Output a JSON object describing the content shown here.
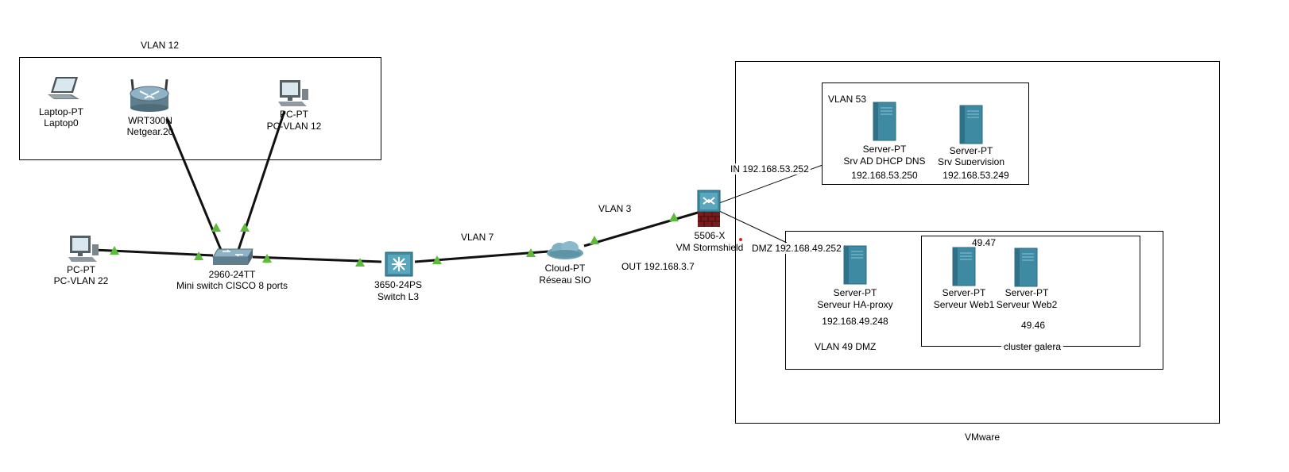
{
  "colors": {
    "link": "#111111",
    "port": "#5dbb3a",
    "device_teal": "#3e8aa3",
    "firewall_red": "#7a1a1a"
  },
  "areas": {
    "vlan12": "VLAN 12",
    "vlan53": "VLAN 53",
    "vlan49": "VLAN 49 DMZ",
    "cluster": "cluster galera",
    "vmware": "VMware"
  },
  "links": {
    "vlan3": "VLAN 3",
    "vlan7": "VLAN 7",
    "in": "IN 192.168.53.252",
    "out": "OUT 192.168.3.7",
    "dmz": "DMZ 192.168.49.252"
  },
  "devices": {
    "laptop": {
      "model": "Laptop-PT",
      "name": "Laptop0",
      "icon": "laptop-icon"
    },
    "router": {
      "model": "WRT300N",
      "name": "Netgear.20",
      "icon": "wireless-router-icon"
    },
    "pc12": {
      "model": "PC-PT",
      "name": "PC-VLAN 12",
      "icon": "pc-icon"
    },
    "pc22": {
      "model": "PC-PT",
      "name": "PC-VLAN 22",
      "icon": "pc-icon"
    },
    "switch": {
      "model": "2960-24TT",
      "name": "Mini switch CISCO 8 ports",
      "icon": "switch-icon"
    },
    "l3switch": {
      "model": "3650-24PS",
      "name": "Switch L3",
      "icon": "multilayer-switch-icon"
    },
    "cloud": {
      "model": "Cloud-PT",
      "name": "Réseau SIO",
      "icon": "cloud-icon"
    },
    "firewall": {
      "model": "5506-X",
      "name": "VM Stormshield",
      "icon": "firewall-icon"
    },
    "srv_ad": {
      "model": "Server-PT",
      "name": "Srv AD DHCP DNS",
      "ip": "192.168.53.250",
      "icon": "server-icon"
    },
    "srv_sup": {
      "model": "Server-PT",
      "name": "Srv Supervision",
      "ip": "192.168.53.249",
      "icon": "server-icon"
    },
    "srv_ha": {
      "model": "Server-PT",
      "name": "Serveur HA-proxy",
      "ip": "192.168.49.248",
      "icon": "server-icon"
    },
    "srv_web1": {
      "model": "Server-PT",
      "name": "Serveur Web1",
      "ip": "49.47",
      "icon": "server-icon"
    },
    "srv_web2": {
      "model": "Server-PT",
      "name": "Serveur Web2",
      "ip": "49.46",
      "icon": "server-icon"
    }
  }
}
